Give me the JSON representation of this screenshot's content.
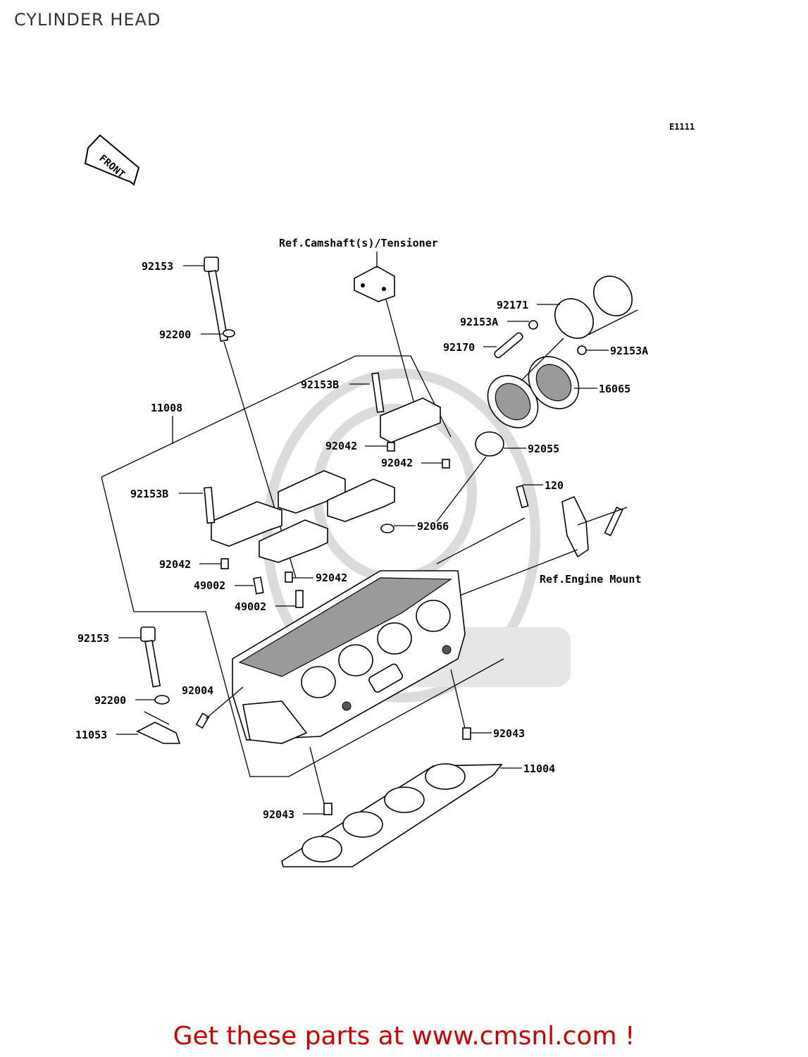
{
  "title": "CYLINDER HEAD",
  "diagram_code": "E1111",
  "front_label": "FRONT",
  "references": {
    "camshaft": "Ref.Camshaft(s)/Tensioner",
    "engine_mount": "Ref.Engine Mount"
  },
  "labels": [
    {
      "id": "l1",
      "text": "92153"
    },
    {
      "id": "l2",
      "text": "92200"
    },
    {
      "id": "l3",
      "text": "11008"
    },
    {
      "id": "l4",
      "text": "92153B"
    },
    {
      "id": "l5",
      "text": "92042"
    },
    {
      "id": "l6",
      "text": "92042"
    },
    {
      "id": "l7",
      "text": "92153B"
    },
    {
      "id": "l8",
      "text": "92042"
    },
    {
      "id": "l9",
      "text": "49002"
    },
    {
      "id": "l10",
      "text": "92042"
    },
    {
      "id": "l11",
      "text": "49002"
    },
    {
      "id": "l12",
      "text": "92171"
    },
    {
      "id": "l13",
      "text": "92153A"
    },
    {
      "id": "l14",
      "text": "92170"
    },
    {
      "id": "l15",
      "text": "92153A"
    },
    {
      "id": "l16",
      "text": "16065"
    },
    {
      "id": "l17",
      "text": "92055"
    },
    {
      "id": "l18",
      "text": "120"
    },
    {
      "id": "l19",
      "text": "92066"
    },
    {
      "id": "l20",
      "text": "92153"
    },
    {
      "id": "l21",
      "text": "92004"
    },
    {
      "id": "l22",
      "text": "92200"
    },
    {
      "id": "l23",
      "text": "11053"
    },
    {
      "id": "l24",
      "text": "92043"
    },
    {
      "id": "l25",
      "text": "11004"
    },
    {
      "id": "l26",
      "text": "92043"
    }
  ],
  "footer": "Get these parts at www.cmsnl.com !"
}
